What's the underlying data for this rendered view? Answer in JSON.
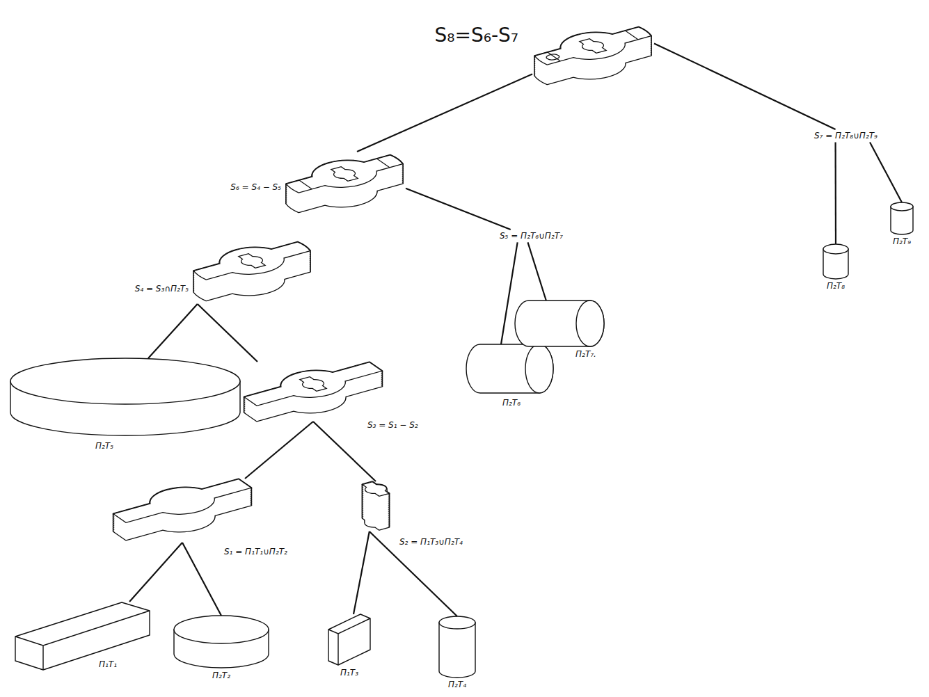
{
  "diagram": {
    "nodes": [
      {
        "text": [
          "S₈=S₆-S₇"
        ]
      },
      {
        "text": [
          "S₆ = S₄ − S₅"
        ]
      },
      {
        "text": [
          "S₇ = Π₂T₈∪Π₂T₉"
        ]
      },
      {
        "text": [
          "S₅ = Π₂T₆∪Π₂T₇"
        ]
      },
      {
        "text": [
          "S₄ = S₃∩Π₂T₅"
        ]
      },
      {
        "text": [
          "Π₂T₈"
        ]
      },
      {
        "text": [
          "Π₂T₉"
        ]
      },
      {
        "text": [
          "Π₂T₇."
        ]
      },
      {
        "text": [
          "Π₂T₆"
        ]
      },
      {
        "text": [
          "Π₂T₅"
        ]
      },
      {
        "text": [
          "S₃ = S₁ − S₂"
        ]
      },
      {
        "text": [
          "S₁ = Π₁T₁∪Π₂T₂"
        ]
      },
      {
        "text": [
          "S₂ = Π₁T₃∪Π₂T₄"
        ]
      },
      {
        "text": [
          "Π₁T₁"
        ]
      },
      {
        "text": [
          "Π₂T₂"
        ]
      },
      {
        "text": [
          "Π₁T₃"
        ]
      },
      {
        "text": [
          "Π₂T₄"
        ]
      }
    ],
    "edges": [
      {
        "from": 0,
        "to": 1,
        "arrow": "none"
      },
      {
        "from": 0,
        "to": 2,
        "arrow": "none"
      },
      {
        "from": 1,
        "to": 3,
        "arrow": "none"
      },
      {
        "from": 3,
        "to": 8,
        "arrow": "none"
      },
      {
        "from": 3,
        "to": 7,
        "arrow": "none"
      },
      {
        "from": 4,
        "to": 9,
        "arrow": "none"
      },
      {
        "from": 4,
        "to": 10,
        "arrow": "none"
      },
      {
        "from": 10,
        "to": 11,
        "arrow": "none"
      },
      {
        "from": 10,
        "to": 12,
        "arrow": "none"
      },
      {
        "from": 11,
        "to": 13,
        "arrow": "none"
      },
      {
        "from": 11,
        "to": 14,
        "arrow": "none"
      },
      {
        "from": 12,
        "to": 15,
        "arrow": "none"
      },
      {
        "from": 12,
        "to": 16,
        "arrow": "none"
      },
      {
        "from": 2,
        "to": 5,
        "arrow": "none"
      },
      {
        "from": 2,
        "to": 6,
        "arrow": "none"
      }
    ]
  }
}
